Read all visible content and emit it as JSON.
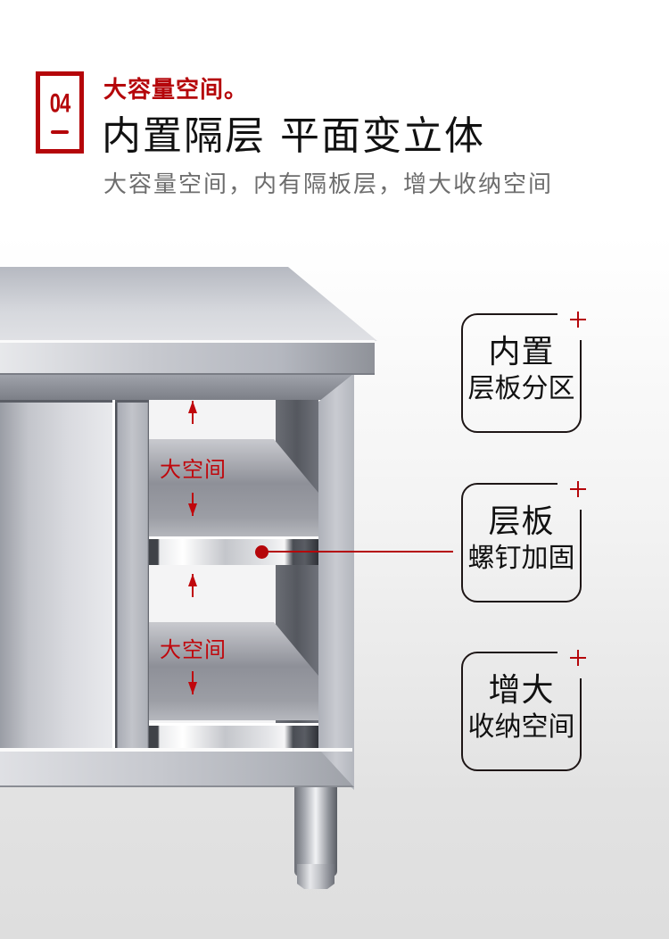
{
  "header": {
    "badge_number": "04",
    "kicker": "大容量空间。",
    "headline": "内置隔层 平面变立体",
    "subline": "大容量空间，内有隔板层，增大收纳空间"
  },
  "illustration": {
    "subject": "stainless-steel-work-cabinet",
    "space_labels": [
      "大空间",
      "大空间"
    ]
  },
  "features": [
    {
      "line1": "内置",
      "line2": "层板分区",
      "icon": "plus-icon"
    },
    {
      "line1": "层板",
      "line2": "螺钉加固",
      "icon": "plus-icon"
    },
    {
      "line1": "增大",
      "line2": "收纳空间",
      "icon": "plus-icon"
    }
  ],
  "colors": {
    "accent_red": "#b5060a",
    "headline_text": "#111111",
    "subline_text": "#6d6d6d"
  }
}
